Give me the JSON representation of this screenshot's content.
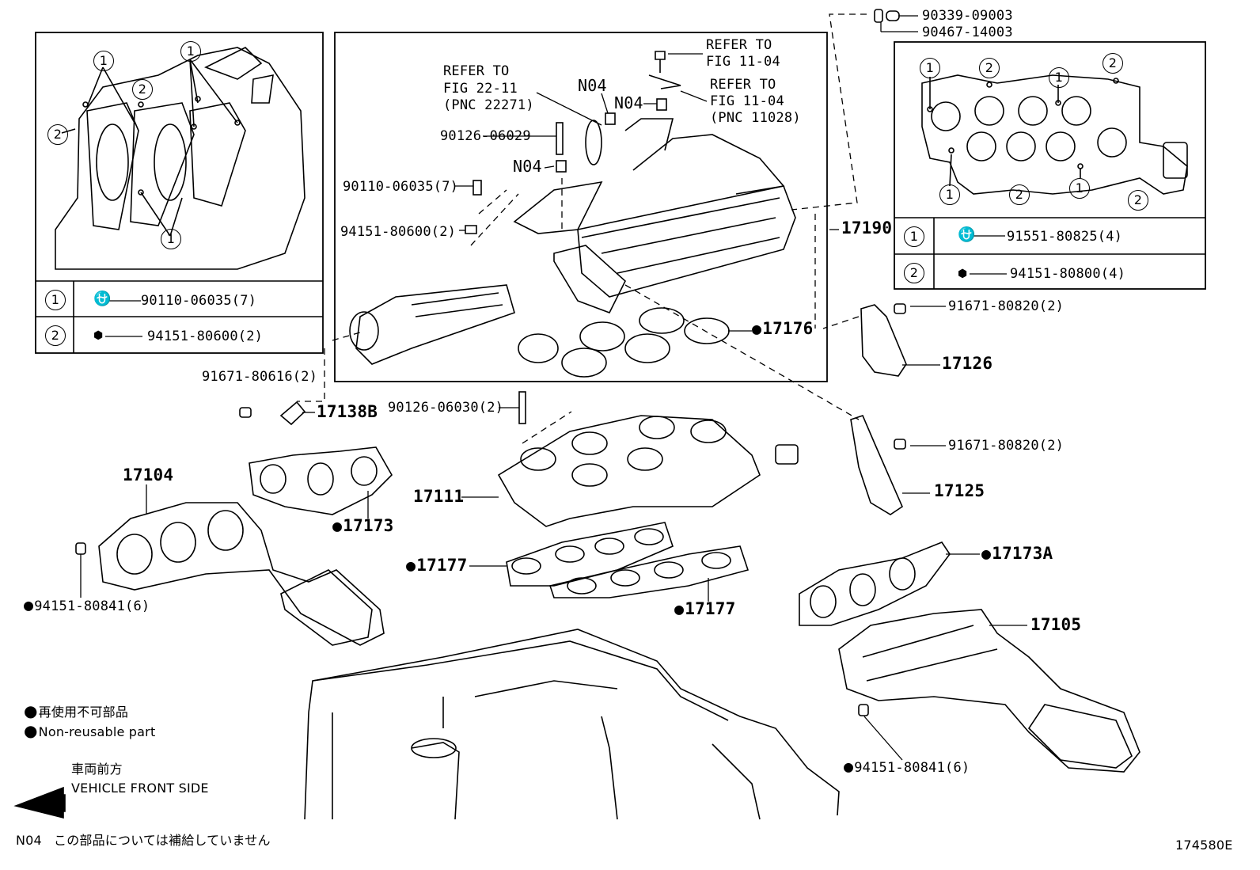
{
  "callouts": {
    "refer_1": "REFER TO",
    "refer_1b": "FIG 22-11",
    "refer_1c": "(PNC 22271)",
    "refer_2": "REFER TO",
    "refer_2b": "FIG 11-04",
    "refer_3": "REFER TO",
    "refer_3b": "FIG 11-04",
    "refer_3c": "(PNC 11028)",
    "n04_a": "N04",
    "n04_b": "N04",
    "n04_c": "N04",
    "p90339": "90339-09003",
    "p90467": "90467-14003",
    "p90126_06029": "90126-06029",
    "p90110_06035": "90110-06035(7)",
    "p94151_80600": "94151-80600(2)",
    "p17190": "17190",
    "p17176": "17176",
    "p91671_80820_a": "91671-80820(2)",
    "p17126": "17126",
    "p91671_80616": "91671-80616(2)",
    "p17138b": "17138B",
    "p90126_06030": "90126-06030(2)",
    "p91671_80820_b": "91671-80820(2)",
    "p17111": "17111",
    "p17125": "17125",
    "p17104": "17104",
    "p17173": "17173",
    "p17177_a": "17177",
    "p17177_b": "17177",
    "p17173a": "17173A",
    "p94151_80841_a": "94151-80841(6)",
    "p17105": "17105",
    "p94151_80841_b": "94151-80841(6)"
  },
  "left_table": {
    "row1_num": "1",
    "row1_part": "90110-06035(7)",
    "row2_num": "2",
    "row2_part": "94151-80600(2)"
  },
  "right_table": {
    "row1_num": "1",
    "row1_part": "91551-80825(4)",
    "row2_num": "2",
    "row2_part": "94151-80800(4)"
  },
  "legend": {
    "jp": "再使用不可部品",
    "en": "Non-reusable part"
  },
  "front": {
    "jp": "車両前方",
    "en": "VEHICLE FRONT SIDE"
  },
  "footer": {
    "note_code": "N04",
    "note_text": "この部品については補給していません",
    "figure_id": "174580E"
  },
  "left_inset_marks": [
    "1",
    "1",
    "2",
    "2",
    "1"
  ],
  "right_inset_marks": [
    "1",
    "2",
    "1",
    "2",
    "1",
    "2",
    "1",
    "2"
  ]
}
